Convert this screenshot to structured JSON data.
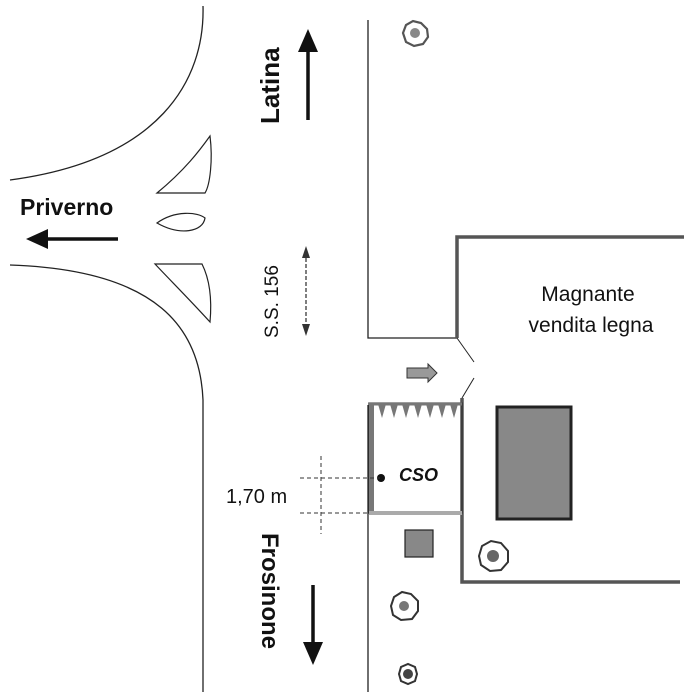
{
  "labels": {
    "latina": "Latina",
    "priverno": "Priverno",
    "frosinone": "Frosinone",
    "road": "S.S. 156",
    "shop_line1": "Magnante",
    "shop_line2": "vendita legna",
    "station": "CSO",
    "distance": "1,70 m"
  },
  "colors": {
    "line": "#222222",
    "thick_line": "#555555",
    "fill_grey": "#888888",
    "arrow_grey": "#999999",
    "fence_light": "#aaaaaa"
  },
  "icons": {
    "tree": "tree-symbol-icon",
    "arrow": "direction-arrow-icon",
    "station_dot": "station-point-icon"
  }
}
